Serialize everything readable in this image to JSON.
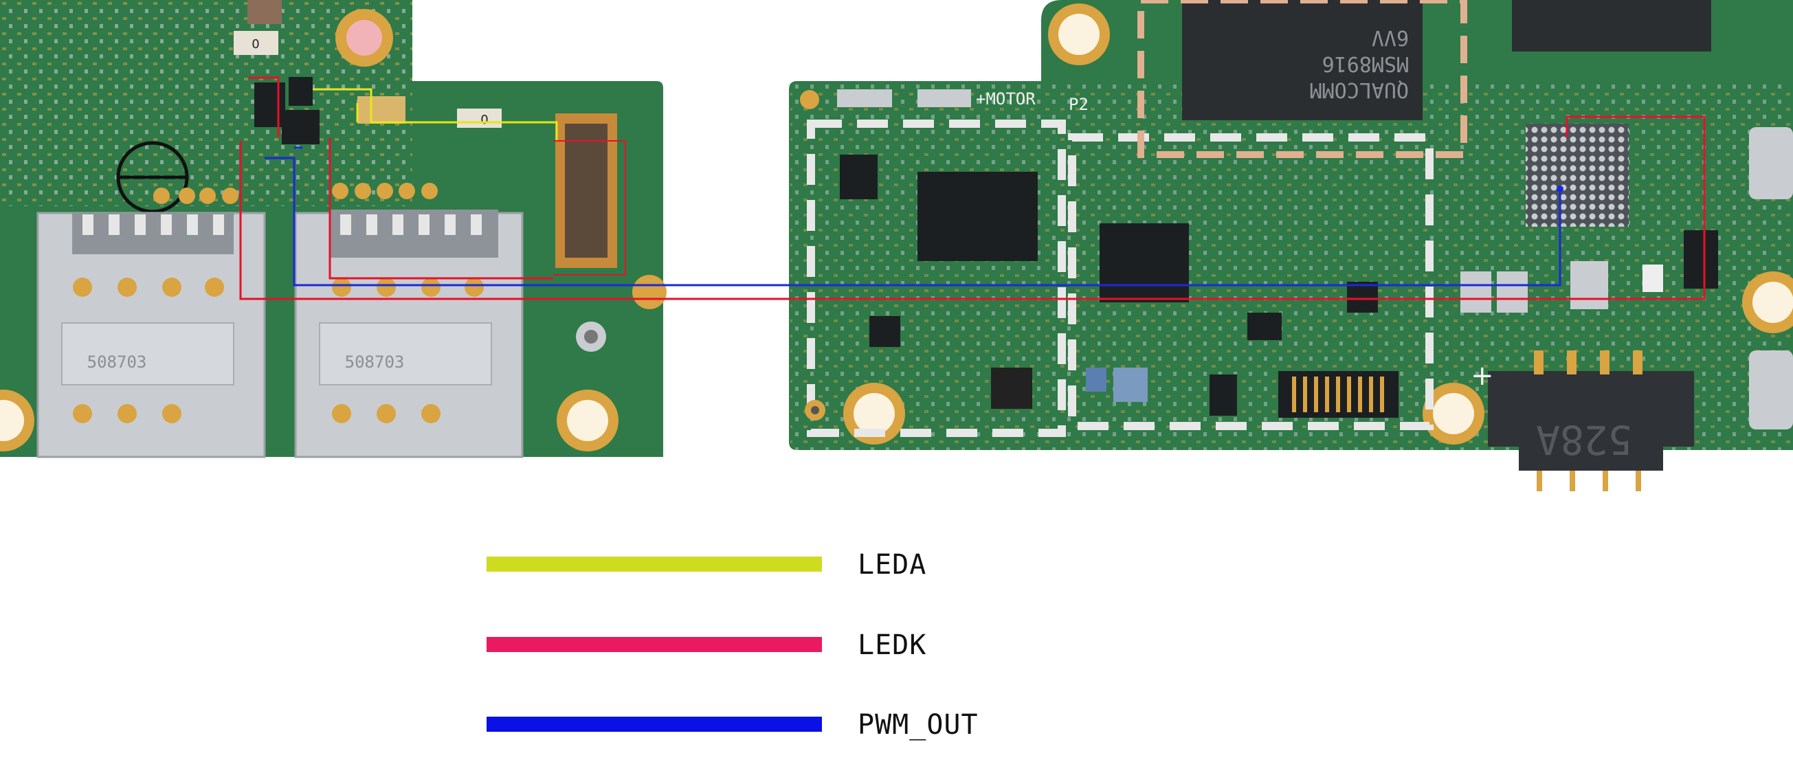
{
  "board": {
    "pcb_color": "#2f7a48",
    "pcb_dark": "#1f5a34",
    "silk_color": "#f2f2f2",
    "pad_color": "#d9a441",
    "chip_color": "#1c1f22",
    "shield_color": "#c9cdd1"
  },
  "silkscreen": {
    "motor_label": "+MOTOR",
    "p2_label": "P2",
    "chip_text_line1": "QUALCOMM",
    "chip_text_line2": "MSM8916",
    "chip_text_line3": "6VV",
    "sim_code_1": "508703",
    "sim_code_2": "508703",
    "battery_conn_label": "528A",
    "resistor_label": "0"
  },
  "legend": {
    "items": [
      {
        "label": "LEDA",
        "color": "#cddc1f"
      },
      {
        "label": "LEDK",
        "color": "#ea1a60"
      },
      {
        "label": "PWM_OUT",
        "color": "#0a10e6"
      }
    ]
  },
  "traces": {
    "leda_color": "#e6e61a",
    "ledk_color": "#e8102a",
    "pwm_color": "#1a2ad8"
  }
}
